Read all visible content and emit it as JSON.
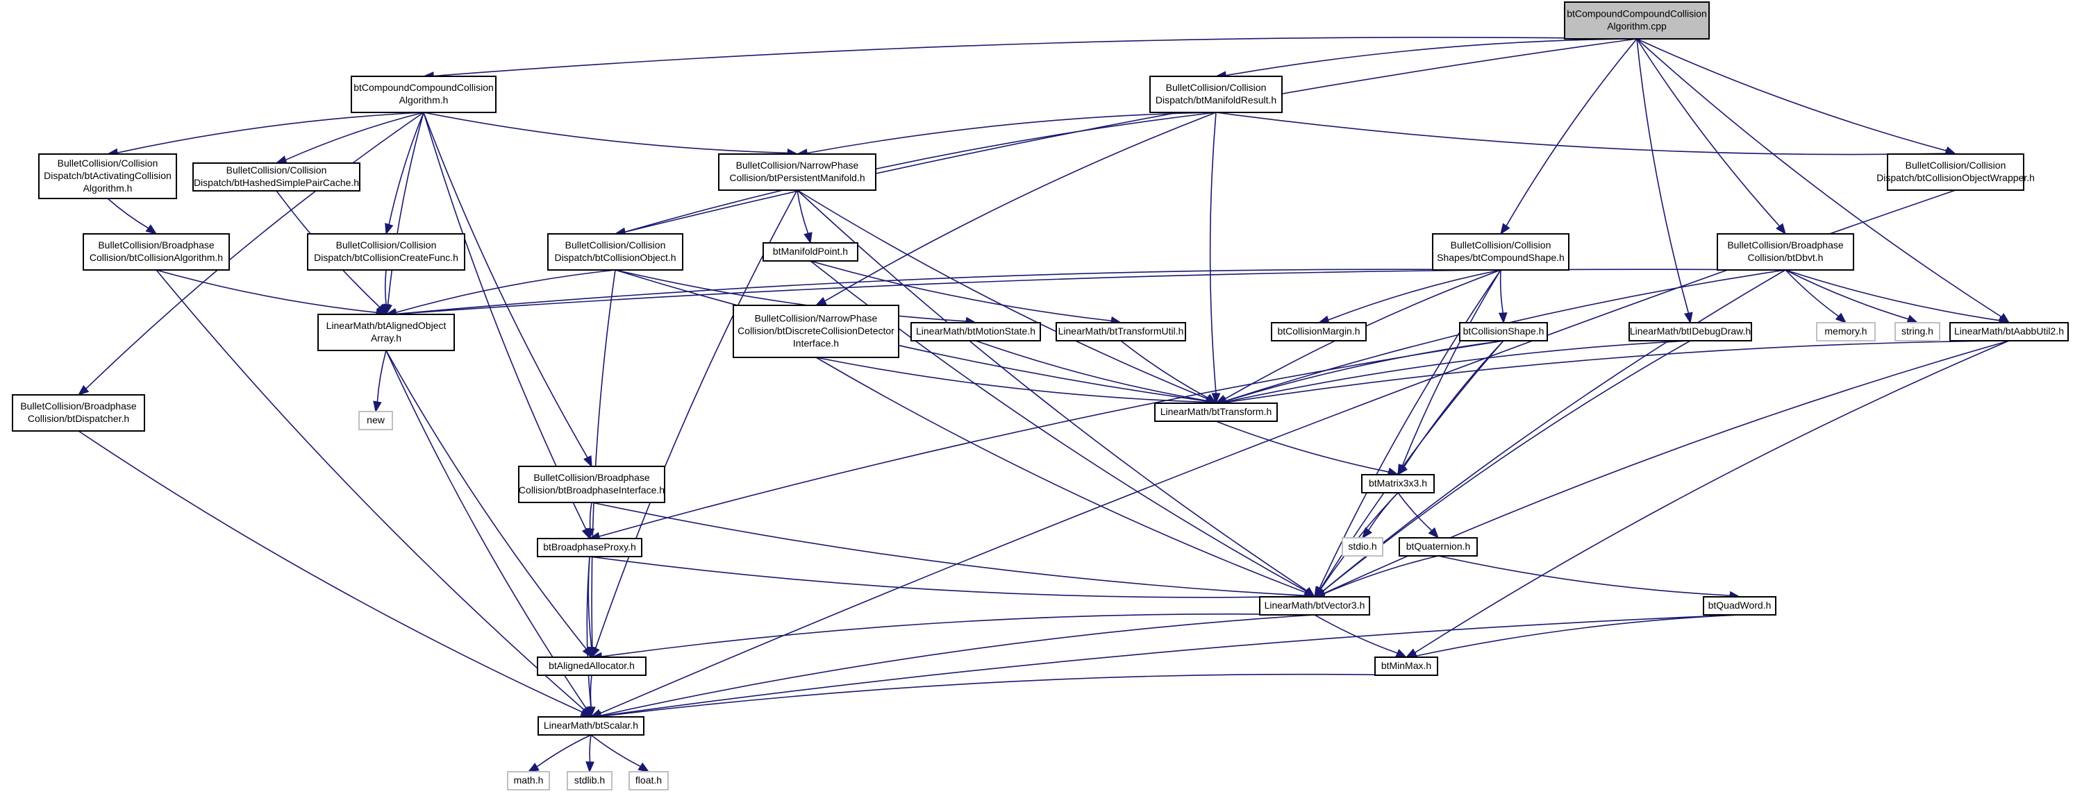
{
  "colors": {
    "edge": "#191970",
    "root_fill": "#bfbfbf",
    "node_fill": "#ffffff",
    "node_border": "#000000",
    "system_border": "#bfbfbf"
  },
  "nodes": [
    {
      "id": "root",
      "kind": "root",
      "lines": [
        "btCompoundCompoundCollision",
        "Algorithm.cpp"
      ]
    },
    {
      "id": "cc_alg_h",
      "kind": "file",
      "lines": [
        "btCompoundCompoundCollision",
        "Algorithm.h"
      ]
    },
    {
      "id": "manifold_result",
      "kind": "file",
      "lines": [
        "BulletCollision/Collision",
        "Dispatch/btManifoldResult.h"
      ]
    },
    {
      "id": "activating",
      "kind": "file",
      "lines": [
        "BulletCollision/Collision",
        "Dispatch/btActivatingCollision",
        "Algorithm.h"
      ]
    },
    {
      "id": "hashed",
      "kind": "file",
      "lines": [
        "BulletCollision/Collision",
        "Dispatch/btHashedSimplePairCache.h"
      ]
    },
    {
      "id": "persistent",
      "kind": "file",
      "lines": [
        "BulletCollision/NarrowPhase",
        "Collision/btPersistentManifold.h"
      ]
    },
    {
      "id": "obj_wrapper",
      "kind": "file",
      "lines": [
        "BulletCollision/Collision",
        "Dispatch/btCollisionObjectWrapper.h"
      ]
    },
    {
      "id": "coll_alg",
      "kind": "file",
      "lines": [
        "BulletCollision/Broadphase",
        "Collision/btCollisionAlgorithm.h"
      ]
    },
    {
      "id": "create_func",
      "kind": "file",
      "lines": [
        "BulletCollision/Collision",
        "Dispatch/btCollisionCreateFunc.h"
      ]
    },
    {
      "id": "coll_object",
      "kind": "file",
      "lines": [
        "BulletCollision/Collision",
        "Dispatch/btCollisionObject.h"
      ]
    },
    {
      "id": "manifold_point",
      "kind": "file",
      "lines": [
        "btManifoldPoint.h"
      ]
    },
    {
      "id": "compound_shape",
      "kind": "file",
      "lines": [
        "BulletCollision/Collision",
        "Shapes/btCompoundShape.h"
      ]
    },
    {
      "id": "dbvt",
      "kind": "file",
      "lines": [
        "BulletCollision/Broadphase",
        "Collision/btDbvt.h"
      ]
    },
    {
      "id": "aligned_array",
      "kind": "file",
      "lines": [
        "LinearMath/btAlignedObject",
        "Array.h"
      ]
    },
    {
      "id": "discrete",
      "kind": "file",
      "lines": [
        "BulletCollision/NarrowPhase",
        "Collision/btDiscreteCollisionDetector",
        "Interface.h"
      ]
    },
    {
      "id": "motion_state",
      "kind": "file",
      "lines": [
        "LinearMath/btMotionState.h"
      ]
    },
    {
      "id": "transform_util",
      "kind": "file",
      "lines": [
        "LinearMath/btTransformUtil.h"
      ]
    },
    {
      "id": "coll_margin",
      "kind": "file",
      "lines": [
        "btCollisionMargin.h"
      ]
    },
    {
      "id": "coll_shape",
      "kind": "file",
      "lines": [
        "btCollisionShape.h"
      ]
    },
    {
      "id": "idebug",
      "kind": "file",
      "lines": [
        "LinearMath/btIDebugDraw.h"
      ]
    },
    {
      "id": "memory",
      "kind": "system",
      "lines": [
        "memory.h"
      ]
    },
    {
      "id": "string",
      "kind": "system",
      "lines": [
        "string.h"
      ]
    },
    {
      "id": "aabb",
      "kind": "file",
      "lines": [
        "LinearMath/btAabbUtil2.h"
      ]
    },
    {
      "id": "dispatcher",
      "kind": "file",
      "lines": [
        "BulletCollision/Broadphase",
        "Collision/btDispatcher.h"
      ]
    },
    {
      "id": "new",
      "kind": "system",
      "lines": [
        "new"
      ]
    },
    {
      "id": "transform",
      "kind": "file",
      "lines": [
        "LinearMath/btTransform.h"
      ]
    },
    {
      "id": "bp_interface",
      "kind": "file",
      "lines": [
        "BulletCollision/Broadphase",
        "Collision/btBroadphaseInterface.h"
      ]
    },
    {
      "id": "matrix",
      "kind": "file",
      "lines": [
        "btMatrix3x3.h"
      ]
    },
    {
      "id": "bp_proxy",
      "kind": "file",
      "lines": [
        "btBroadphaseProxy.h"
      ]
    },
    {
      "id": "stdio",
      "kind": "system",
      "lines": [
        "stdio.h"
      ]
    },
    {
      "id": "quaternion",
      "kind": "file",
      "lines": [
        "btQuaternion.h"
      ]
    },
    {
      "id": "vector3",
      "kind": "file",
      "lines": [
        "LinearMath/btVector3.h"
      ]
    },
    {
      "id": "quadword",
      "kind": "file",
      "lines": [
        "btQuadWord.h"
      ]
    },
    {
      "id": "aligned_alloc",
      "kind": "file",
      "lines": [
        "btAlignedAllocator.h"
      ]
    },
    {
      "id": "minmax",
      "kind": "file",
      "lines": [
        "btMinMax.h"
      ]
    },
    {
      "id": "scalar",
      "kind": "file",
      "lines": [
        "LinearMath/btScalar.h"
      ]
    },
    {
      "id": "math",
      "kind": "system",
      "lines": [
        "math.h"
      ]
    },
    {
      "id": "stdlib",
      "kind": "system",
      "lines": [
        "stdlib.h"
      ]
    },
    {
      "id": "float",
      "kind": "system",
      "lines": [
        "float.h"
      ]
    }
  ],
  "edges": [
    [
      "root",
      "cc_alg_h"
    ],
    [
      "root",
      "manifold_result"
    ],
    [
      "root",
      "coll_object"
    ],
    [
      "root",
      "compound_shape"
    ],
    [
      "root",
      "dbvt"
    ],
    [
      "root",
      "idebug"
    ],
    [
      "root",
      "aabb"
    ],
    [
      "root",
      "obj_wrapper"
    ],
    [
      "cc_alg_h",
      "activating"
    ],
    [
      "cc_alg_h",
      "hashed"
    ],
    [
      "cc_alg_h",
      "persistent"
    ],
    [
      "cc_alg_h",
      "dispatcher"
    ],
    [
      "cc_alg_h",
      "aligned_array"
    ],
    [
      "cc_alg_h",
      "create_func"
    ],
    [
      "cc_alg_h",
      "bp_interface"
    ],
    [
      "cc_alg_h",
      "bp_proxy"
    ],
    [
      "manifold_result",
      "persistent"
    ],
    [
      "manifold_result",
      "coll_object"
    ],
    [
      "manifold_result",
      "discrete"
    ],
    [
      "manifold_result",
      "transform"
    ],
    [
      "manifold_result",
      "obj_wrapper"
    ],
    [
      "activating",
      "coll_alg"
    ],
    [
      "hashed",
      "aligned_array"
    ],
    [
      "persistent",
      "manifold_point"
    ],
    [
      "persistent",
      "aligned_alloc"
    ],
    [
      "persistent",
      "vector3"
    ],
    [
      "persistent",
      "transform"
    ],
    [
      "obj_wrapper",
      "scalar"
    ],
    [
      "coll_alg",
      "aligned_array"
    ],
    [
      "coll_alg",
      "scalar"
    ],
    [
      "create_func",
      "aligned_array"
    ],
    [
      "coll_object",
      "aligned_array"
    ],
    [
      "coll_object",
      "motion_state"
    ],
    [
      "coll_object",
      "aligned_alloc"
    ],
    [
      "coll_object",
      "transform"
    ],
    [
      "manifold_point",
      "transform_util"
    ],
    [
      "manifold_point",
      "vector3"
    ],
    [
      "compound_shape",
      "aligned_array"
    ],
    [
      "compound_shape",
      "coll_margin"
    ],
    [
      "compound_shape",
      "coll_shape"
    ],
    [
      "compound_shape",
      "transform"
    ],
    [
      "compound_shape",
      "matrix"
    ],
    [
      "compound_shape",
      "vector3"
    ],
    [
      "dbvt",
      "aligned_array"
    ],
    [
      "dbvt",
      "memory"
    ],
    [
      "dbvt",
      "string"
    ],
    [
      "dbvt",
      "aabb"
    ],
    [
      "dbvt",
      "transform"
    ],
    [
      "dbvt",
      "vector3"
    ],
    [
      "aligned_array",
      "new"
    ],
    [
      "aligned_array",
      "aligned_alloc"
    ],
    [
      "aligned_array",
      "scalar"
    ],
    [
      "discrete",
      "transform"
    ],
    [
      "discrete",
      "vector3"
    ],
    [
      "motion_state",
      "transform"
    ],
    [
      "transform_util",
      "transform"
    ],
    [
      "coll_shape",
      "transform"
    ],
    [
      "coll_shape",
      "matrix"
    ],
    [
      "coll_shape",
      "bp_proxy"
    ],
    [
      "coll_shape",
      "vector3"
    ],
    [
      "idebug",
      "transform"
    ],
    [
      "idebug",
      "vector3"
    ],
    [
      "aabb",
      "transform"
    ],
    [
      "aabb",
      "vector3"
    ],
    [
      "aabb",
      "minmax"
    ],
    [
      "dispatcher",
      "scalar"
    ],
    [
      "transform",
      "matrix"
    ],
    [
      "bp_interface",
      "bp_proxy"
    ],
    [
      "bp_interface",
      "vector3"
    ],
    [
      "matrix",
      "stdio"
    ],
    [
      "matrix",
      "quaternion"
    ],
    [
      "matrix",
      "vector3"
    ],
    [
      "bp_proxy",
      "vector3"
    ],
    [
      "bp_proxy",
      "aligned_alloc"
    ],
    [
      "bp_proxy",
      "scalar"
    ],
    [
      "quaternion",
      "quadword"
    ],
    [
      "quaternion",
      "vector3"
    ],
    [
      "vector3",
      "aligned_alloc"
    ],
    [
      "vector3",
      "minmax"
    ],
    [
      "vector3",
      "scalar"
    ],
    [
      "quadword",
      "minmax"
    ],
    [
      "quadword",
      "scalar"
    ],
    [
      "aligned_alloc",
      "scalar"
    ],
    [
      "minmax",
      "scalar"
    ],
    [
      "scalar",
      "math"
    ],
    [
      "scalar",
      "stdlib"
    ],
    [
      "scalar",
      "float"
    ]
  ]
}
